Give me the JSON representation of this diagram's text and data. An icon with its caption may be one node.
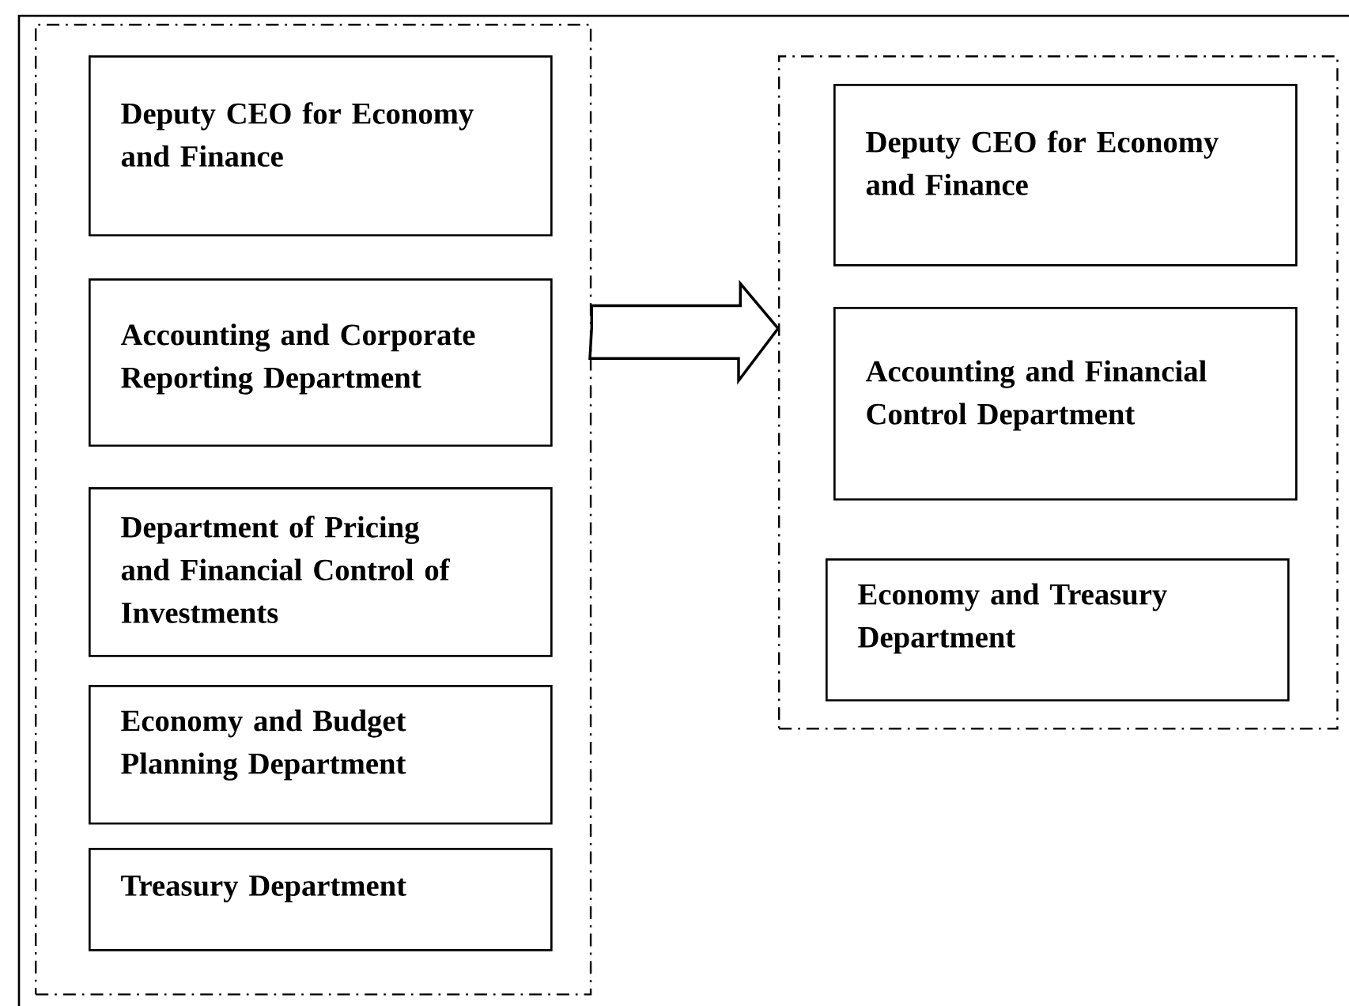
{
  "diagram": {
    "nodes": [
      {
        "text": [],
        "shape": "box"
      },
      {
        "text": [
          "Deputy CEO for Economy and Finance"
        ],
        "in": 0
      },
      {
        "text": [
          "Accounting and Corporate Reporting Department"
        ],
        "in": 0
      },
      {
        "text": [
          "Department of Pricing and Financial Control of Investments"
        ],
        "in": 0
      },
      {
        "text": [
          "Economy and Budget Planning Department"
        ],
        "in": 0
      },
      {
        "text": [
          "Treasury Department"
        ],
        "in": 0
      },
      {
        "text": [],
        "shape": "box"
      },
      {
        "text": [
          "Deputy CEO for Economy and Finance"
        ],
        "in": 6
      },
      {
        "text": [
          "Accounting and Financial Control Department"
        ],
        "in": 6
      },
      {
        "text": [
          "Economy and Treasury Department"
        ],
        "in": 6
      }
    ],
    "edges": [
      {
        "from": 0,
        "to": 6,
        "arrow": "to"
      }
    ]
  }
}
